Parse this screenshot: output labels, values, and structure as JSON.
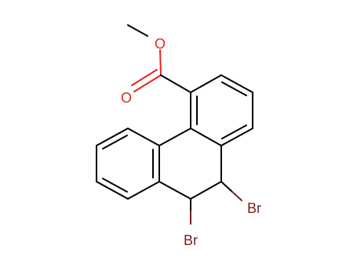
{
  "molecule": {
    "atoms": {
      "oxygen_ester": "O",
      "oxygen_carbonyl": "O",
      "bromine_1": "Br",
      "bromine_2": "Br"
    },
    "colors": {
      "bond": "#000000",
      "oxygen": "#e8251f",
      "bromine": "#7a1f1f",
      "background": "#ffffff"
    }
  }
}
